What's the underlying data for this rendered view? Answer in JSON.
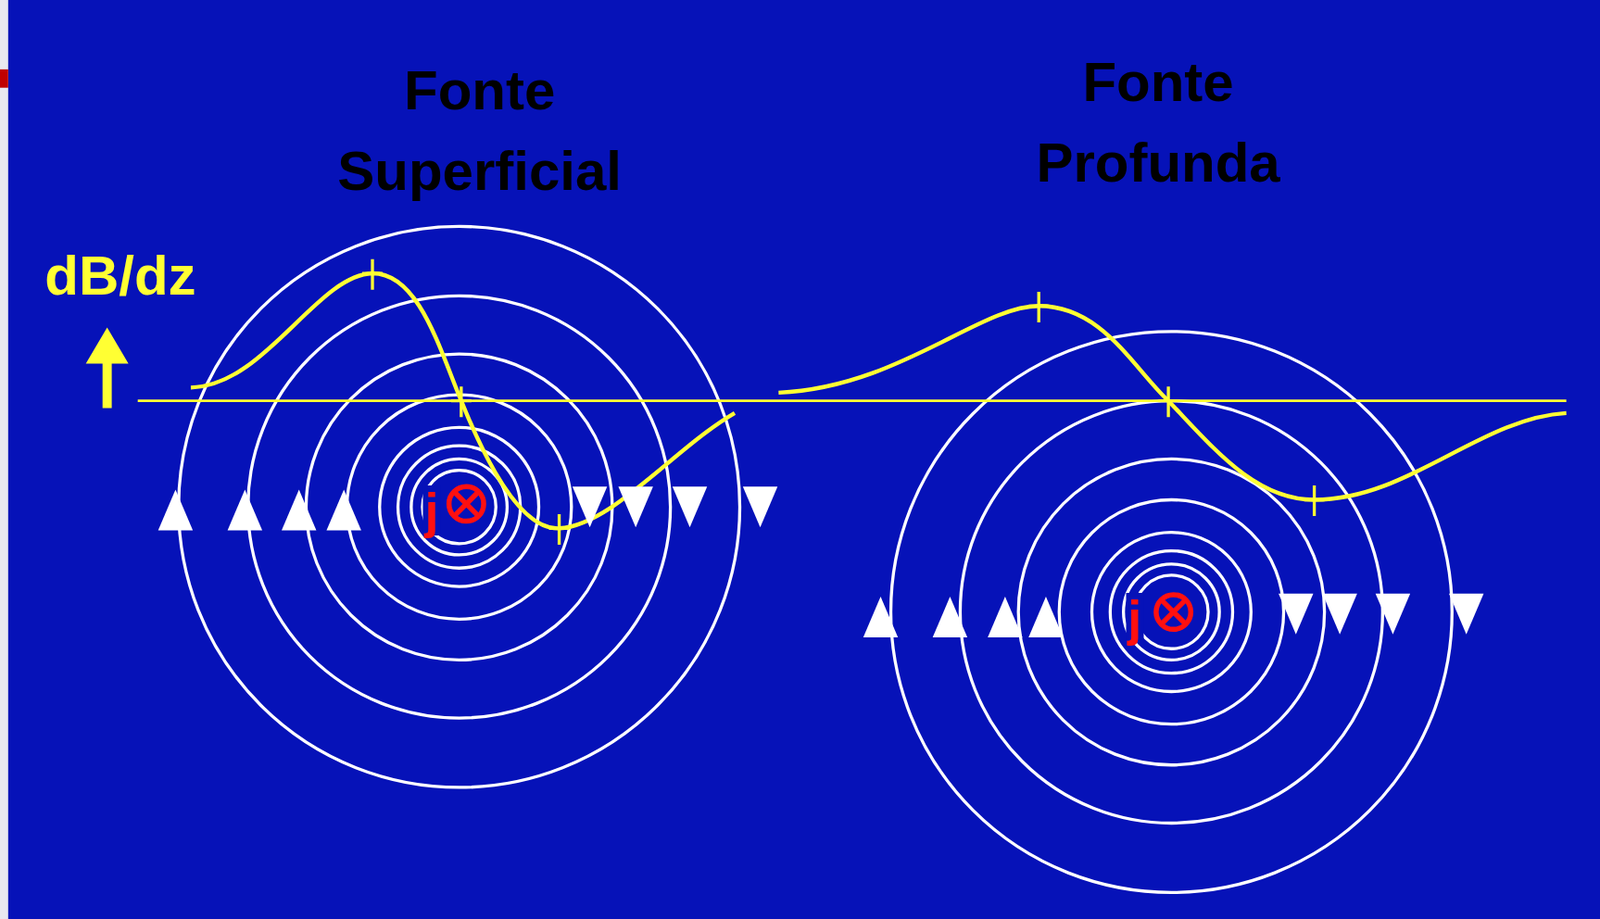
{
  "diagram": {
    "labels": [
      "Fonte Superficial",
      "Fonte Profunda",
      "dB/dz",
      "j",
      "j"
    ]
  }
}
